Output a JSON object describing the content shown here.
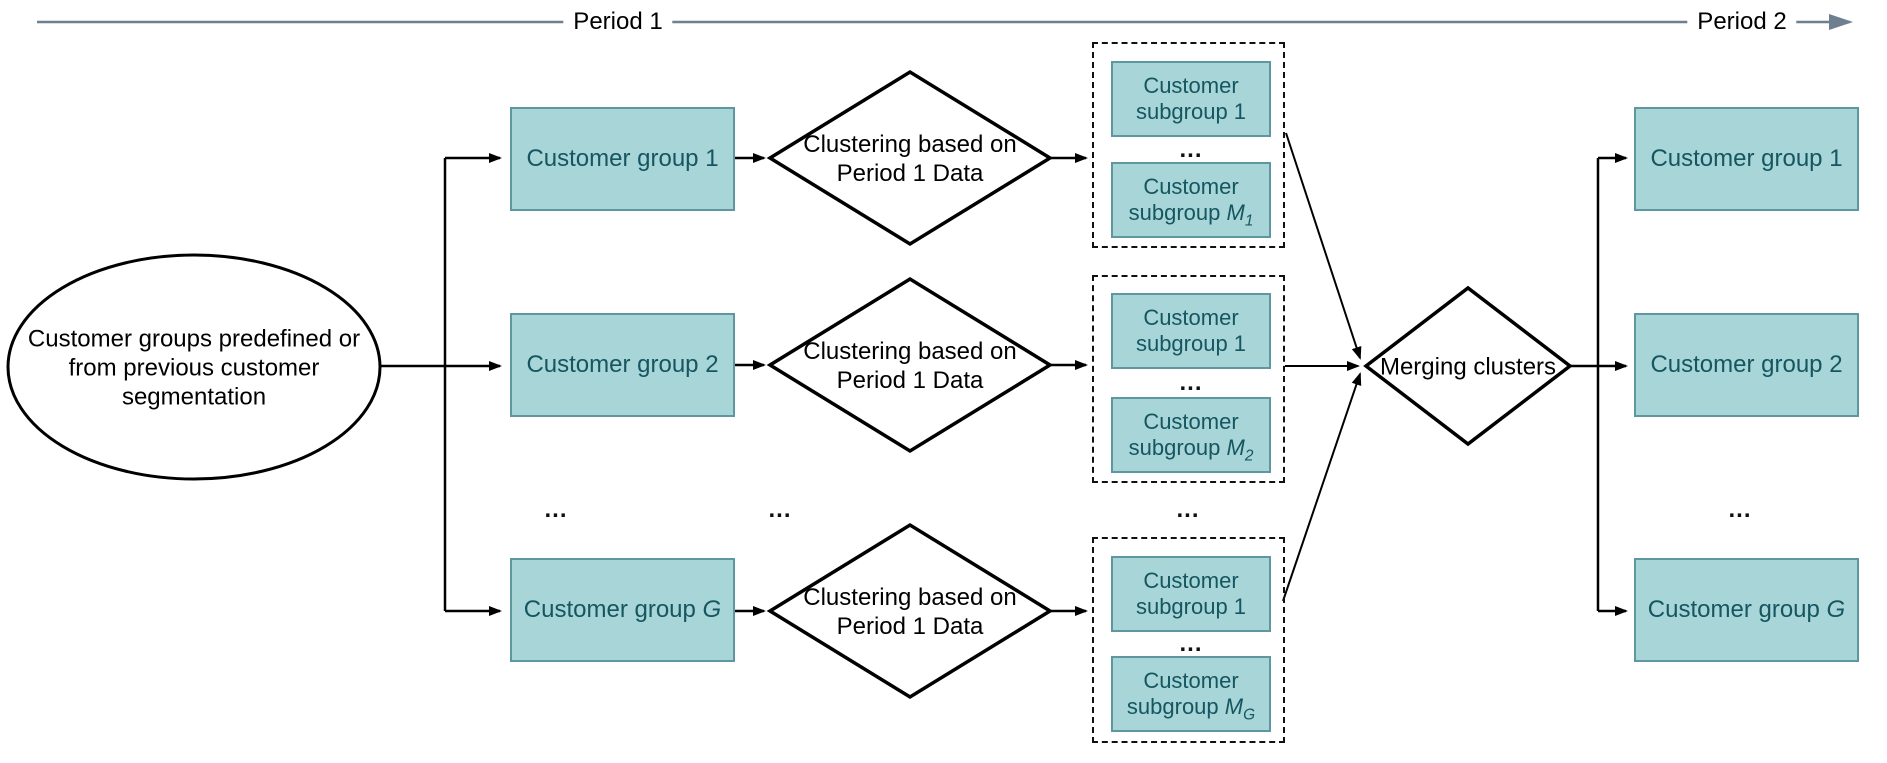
{
  "timeline": {
    "period1": "Period 1",
    "period2": "Period 2"
  },
  "ellipse": {
    "label": "Customer groups predefined or from previous customer segmentation"
  },
  "merge": {
    "label": "Merging clusters"
  },
  "dots": "...",
  "rows": [
    {
      "group": {
        "text": "Customer group 1",
        "it": ""
      },
      "cluster": {
        "line1": "Clustering based on",
        "line2": "Period 1 Data"
      },
      "sub_first": {
        "text": "Customer subgroup 1",
        "it": "",
        "sub": ""
      },
      "sub_last": {
        "text": "Customer subgroup ",
        "it": "M",
        "sub": "1"
      },
      "group_out": {
        "text": "Customer group 1",
        "it": ""
      }
    },
    {
      "group": {
        "text": "Customer group 2",
        "it": ""
      },
      "cluster": {
        "line1": "Clustering based on",
        "line2": "Period 1 Data"
      },
      "sub_first": {
        "text": "Customer subgroup 1",
        "it": "",
        "sub": ""
      },
      "sub_last": {
        "text": "Customer subgroup ",
        "it": "M",
        "sub": "2"
      },
      "group_out": {
        "text": "Customer group 2",
        "it": ""
      }
    },
    {
      "group": {
        "text": "Customer group ",
        "it": "G"
      },
      "cluster": {
        "line1": "Clustering based on",
        "line2": "Period 1 Data"
      },
      "sub_first": {
        "text": "Customer subgroup 1",
        "it": "",
        "sub": ""
      },
      "sub_last": {
        "text": "Customer subgroup ",
        "it": "M",
        "sub": "G"
      },
      "group_out": {
        "text": "Customer group ",
        "it": "G"
      }
    }
  ],
  "colors": {
    "box_fill": "#a8d5d8",
    "box_border": "#5f97a0",
    "box_text": "#155660",
    "timeline": "#6e7f90",
    "stroke": "#000000"
  }
}
